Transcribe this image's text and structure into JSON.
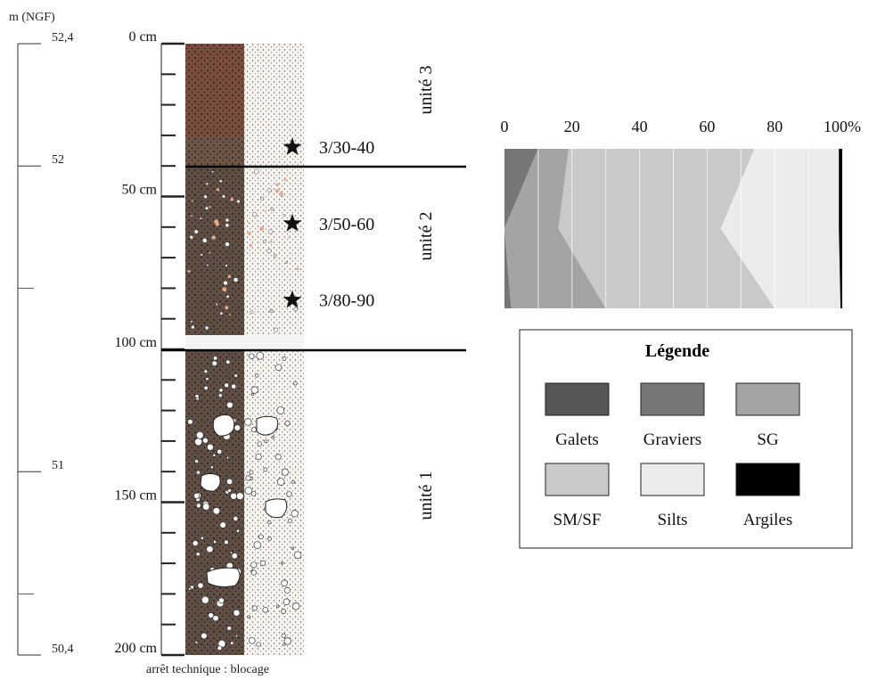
{
  "ngf_axis": {
    "title": "m (NGF)",
    "ticks": [
      {
        "label": "52,4",
        "value": 52.4
      },
      {
        "label": "52",
        "value": 52.0
      },
      {
        "label": "51",
        "value": 51.0
      },
      {
        "label": "50,4",
        "value": 50.4
      }
    ],
    "minor_values": [
      51.6,
      50.6
    ]
  },
  "depth_axis": {
    "ticks": [
      {
        "label": "0 cm",
        "depth": 0
      },
      {
        "label": "50 cm",
        "depth": 50
      },
      {
        "label": "100 cm",
        "depth": 100
      },
      {
        "label": "150 cm",
        "depth": 150
      },
      {
        "label": "200 cm",
        "depth": 200
      }
    ],
    "minor_step_cm": 10
  },
  "units": [
    {
      "label": "unité 3",
      "top_cm": 0,
      "bottom_cm": 40
    },
    {
      "label": "unité 2",
      "top_cm": 40,
      "bottom_cm": 100
    },
    {
      "label": "unité 1",
      "top_cm": 100,
      "bottom_cm": 200
    }
  ],
  "samples": [
    {
      "label": "3/30-40",
      "depth_cm": 35
    },
    {
      "label": "3/50-60",
      "depth_cm": 60
    },
    {
      "label": "3/80-90",
      "depth_cm": 85
    }
  ],
  "footer_note": "arrêt technique : blocage",
  "chart_data": {
    "type": "area",
    "x_axis": {
      "ticks": [
        "0",
        "20",
        "40",
        "60",
        "80",
        "100%"
      ],
      "range": [
        0,
        100
      ],
      "unit": "%"
    },
    "y_samples": [
      "3/30-40",
      "3/50-60",
      "3/80-90"
    ],
    "series": [
      {
        "name": "Galets",
        "values": [
          0,
          0,
          0
        ]
      },
      {
        "name": "Graviers",
        "values": [
          10,
          0,
          2
        ]
      },
      {
        "name": "SG",
        "values": [
          9,
          16,
          28
        ]
      },
      {
        "name": "SM/SF",
        "values": [
          55,
          48,
          50
        ]
      },
      {
        "name": "Silts",
        "values": [
          25,
          35,
          19.5
        ]
      },
      {
        "name": "Argiles",
        "values": [
          1,
          1,
          0.5
        ]
      }
    ],
    "colors": {
      "Galets": "#565656",
      "Graviers": "#777777",
      "SG": "#a4a4a4",
      "SM/SF": "#c9c9c9",
      "Silts": "#ebebeb",
      "Argiles": "#000000"
    },
    "grid": true
  },
  "legend": {
    "title": "Légende",
    "items": [
      {
        "label": "Galets",
        "color": "#565656"
      },
      {
        "label": "Graviers",
        "color": "#777777"
      },
      {
        "label": "SG",
        "color": "#a4a4a4"
      },
      {
        "label": "SM/SF",
        "color": "#c9c9c9"
      },
      {
        "label": "Silts",
        "color": "#ebebeb"
      },
      {
        "label": "Argiles",
        "color": "#000000"
      }
    ]
  }
}
